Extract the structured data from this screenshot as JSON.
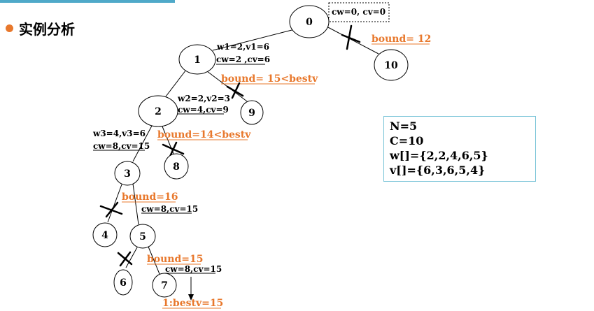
{
  "header": {
    "title": "实例分析"
  },
  "tree": {
    "nodes": [
      {
        "id": "n0",
        "label": "0"
      },
      {
        "id": "n1",
        "label": "1"
      },
      {
        "id": "n2",
        "label": "2"
      },
      {
        "id": "n3",
        "label": "3"
      },
      {
        "id": "n4",
        "label": "4"
      },
      {
        "id": "n5",
        "label": "5"
      },
      {
        "id": "n6",
        "label": "6"
      },
      {
        "id": "n7",
        "label": "7"
      },
      {
        "id": "n8",
        "label": "8"
      },
      {
        "id": "n9",
        "label": "9"
      },
      {
        "id": "n10",
        "label": "10"
      }
    ],
    "root_state": "cw=0, cv=0",
    "edge_labels": {
      "e01_item": "w1=2,v1=6",
      "e01_state": "cw=2 ,cv=6",
      "e12_item": "w2=2,v2=3",
      "e12_state": "cw=4,cv=9",
      "e23_item": "w3=4,v3=6",
      "e23_state": "cw=8,cv=15",
      "e35_state": "cw=8,cv=15",
      "e57_state": "cw=8,cv=15"
    },
    "bounds": {
      "b_0_10": "bound= 12",
      "b_1_9": "bound= 15<bestv",
      "b_2_8": "bound=14<bestv",
      "b_3_4": "bound=16",
      "b_5_6": "bound=15"
    },
    "result": "1:bestv=15"
  },
  "info": {
    "n": "N=5",
    "c": "C=10",
    "w": "w[]={2,2,4,6,5}",
    "v": "v[]={6,3,6,5,4}"
  },
  "colors": {
    "accent_orange": "#e8782c",
    "box_border": "#7ac4d8",
    "top_bar": "#4fa9c9"
  }
}
